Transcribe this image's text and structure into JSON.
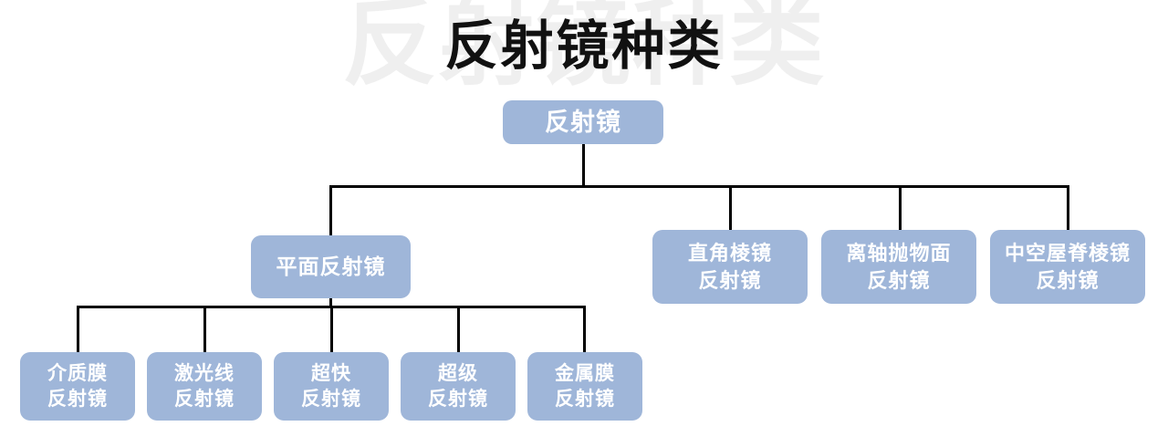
{
  "title": {
    "text": "反射镜种类",
    "watermark_text": "反射镜种类"
  },
  "colors": {
    "node_fill": "#9fb6d9",
    "node_text": "#ffffff",
    "connector": "#000000",
    "title_text": "#111111",
    "watermark": "#efefef",
    "background": "#ffffff"
  },
  "tree": {
    "root": {
      "label": "反射镜"
    },
    "level2": [
      {
        "label": "平面反射镜"
      },
      {
        "label": "直角棱镜\n反射镜"
      },
      {
        "label": "离轴抛物面\n反射镜"
      },
      {
        "label": "中空屋脊棱镜\n反射镜"
      }
    ],
    "level3": [
      {
        "label": "介质膜\n反射镜"
      },
      {
        "label": "激光线\n反射镜"
      },
      {
        "label": "超快\n反射镜"
      },
      {
        "label": "超级\n反射镜"
      },
      {
        "label": "金属膜\n反射镜"
      }
    ]
  }
}
